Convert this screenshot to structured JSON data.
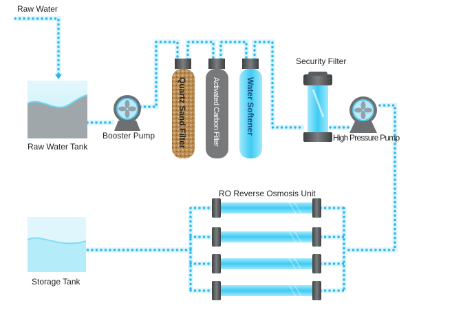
{
  "labels": {
    "raw_water": "Raw Water",
    "raw_water_tank": "Raw Water Tank",
    "booster_pump": "Booster Pump",
    "quartz_sand_filter": "Quartz Sand Filter",
    "activated_carbon_filter": "Activated Carbon Filter",
    "water_softener": "Water Softener",
    "security_filter": "Security Filter",
    "high_pressure_pump": "High Pressure Pump",
    "ro_unit": "RO Reverse Osmosis Unit",
    "storage_tank": "Storage Tank"
  },
  "colors": {
    "pipe_dot": "#2ab6ee",
    "water": "#a8e4f6",
    "cap": "#5a5d60",
    "sand": "#b98b52",
    "carbon": "#77797b",
    "softener": "#6fd3f5"
  }
}
